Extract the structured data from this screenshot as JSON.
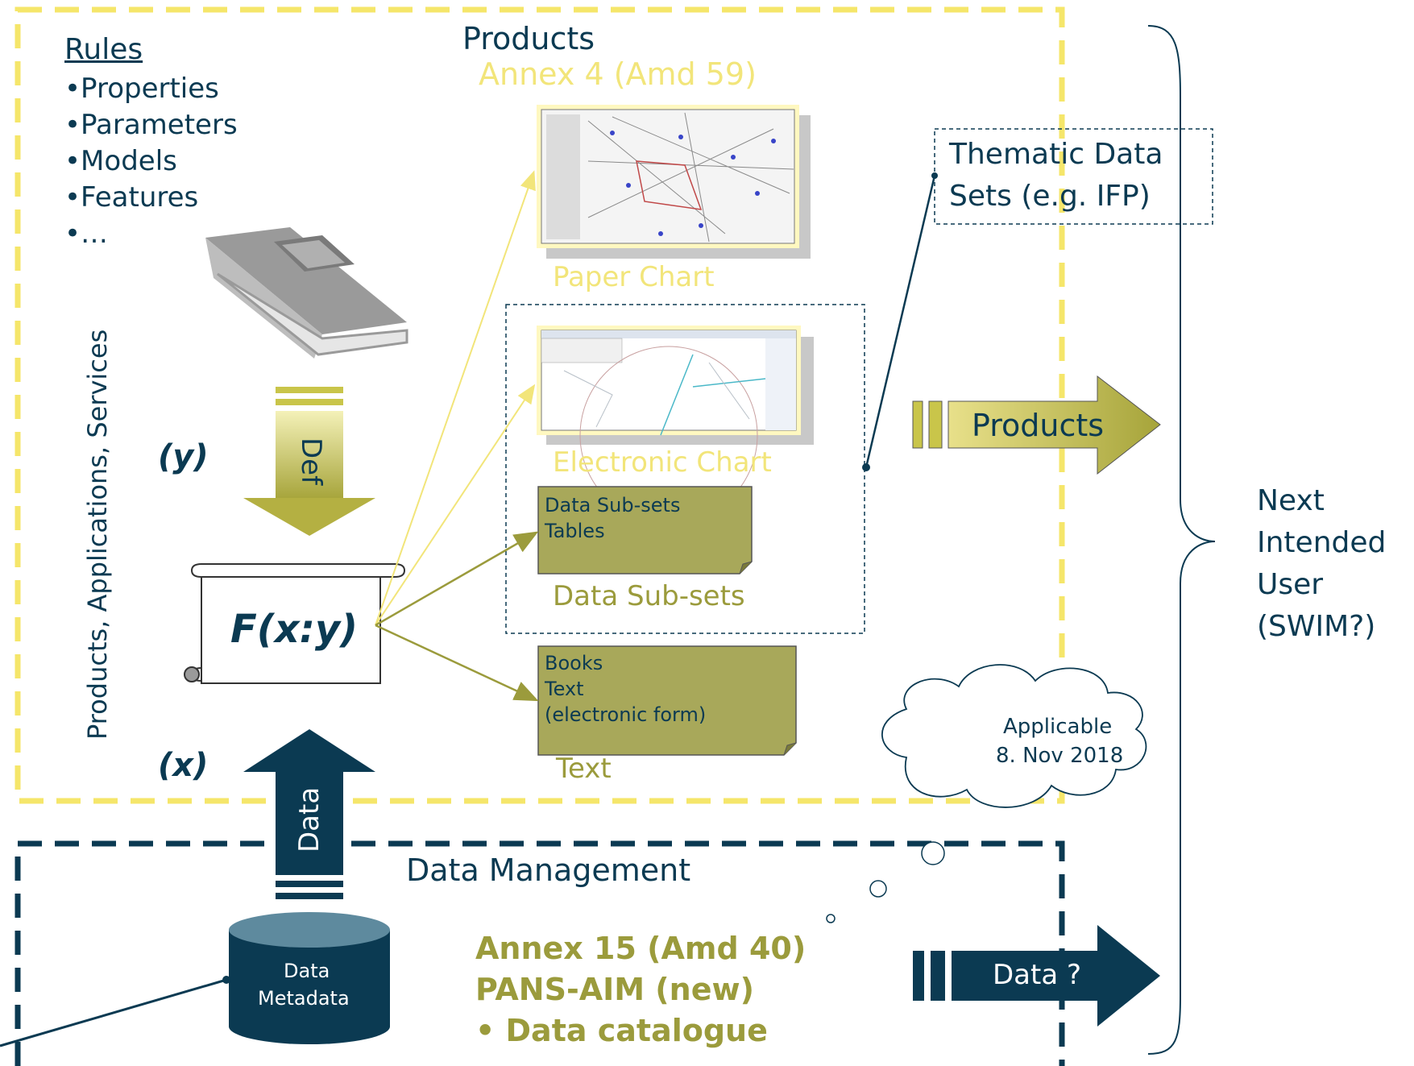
{
  "rules": {
    "title": "Rules",
    "items": [
      "•Properties",
      "•Parameters",
      "•Models",
      "•Features",
      "•…"
    ]
  },
  "vertical_label": "Products, Applications, Services",
  "products_heading": "Products",
  "annex4": "Annex 4 (Amd 59)",
  "def_label": "Def",
  "y_label": "(y)",
  "x_label": "(x)",
  "function_label": "F(x:y)",
  "data_arrow_label": "Data",
  "paper_chart": "Paper Chart",
  "electronic_chart": "Electronic Chart",
  "data_subsets_box": {
    "line1": "Data Sub-sets",
    "line2": "Tables"
  },
  "data_subsets_caption": "Data Sub-sets",
  "text_box": {
    "line1": "Books",
    "line2": "Text",
    "line3": "(electronic form)"
  },
  "text_caption": "Text",
  "thematic": {
    "line1": "Thematic Data",
    "line2": "Sets (e.g. IFP)"
  },
  "products_arrow": "Products",
  "data_arrow_right": "Data ?",
  "cloud": {
    "line1": "Applicable",
    "line2": "8. Nov 2018"
  },
  "next_user": {
    "line1": "Next",
    "line2": "Intended",
    "line3": "User",
    "line4": "(SWIM?)"
  },
  "data_management": "Data Management",
  "annex15": {
    "line1": "Annex 15 (Amd 40)",
    "line2": "PANS-AIM (new)",
    "line3": "•   Data catalogue"
  },
  "db": {
    "line1": "Data",
    "line2": "Metadata"
  },
  "colors": {
    "navy": "#0b3a52",
    "olive": "#9b9b3c",
    "pale_yellow": "#f2e57a",
    "dash_yellow": "#f5e66a",
    "olive_fill": "#a8a85a"
  },
  "icons": [
    "book-icon",
    "scroll-icon",
    "database-icon",
    "cloud-icon",
    "brace-icon",
    "paper-chart-thumbnail",
    "electronic-chart-thumbnail"
  ]
}
